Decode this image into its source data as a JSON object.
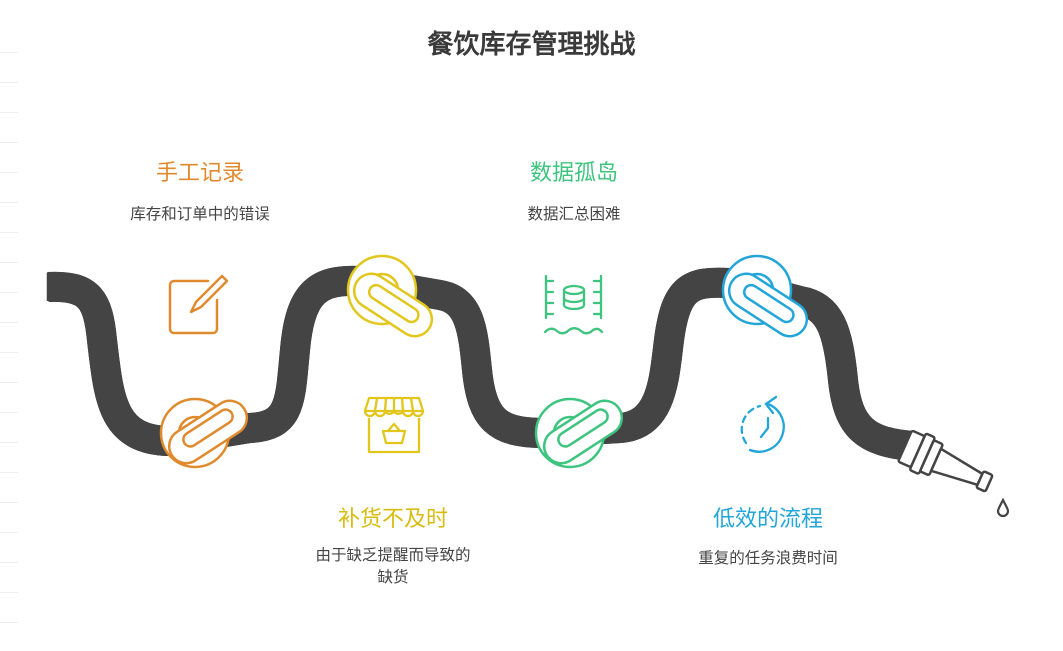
{
  "title": "餐饮库存管理挑战",
  "colors": {
    "orange": "#E08A2E",
    "yellow": "#E2C61C",
    "green": "#3DC47E",
    "blue": "#22A5D9",
    "hose": "#444444"
  },
  "items": [
    {
      "label": "手工记录",
      "desc": "库存和订单中的错误",
      "icon": "pencil-square-icon"
    },
    {
      "label": "补货不及时",
      "desc": "由于缺乏提醒而导致的",
      "desc2": "缺货",
      "icon": "shop-basket-icon"
    },
    {
      "label": "数据孤岛",
      "desc": "数据汇总困难",
      "icon": "database-island-icon"
    },
    {
      "label": "低效的流程",
      "desc": "重复的任务浪费时间",
      "icon": "clock-history-icon"
    }
  ]
}
